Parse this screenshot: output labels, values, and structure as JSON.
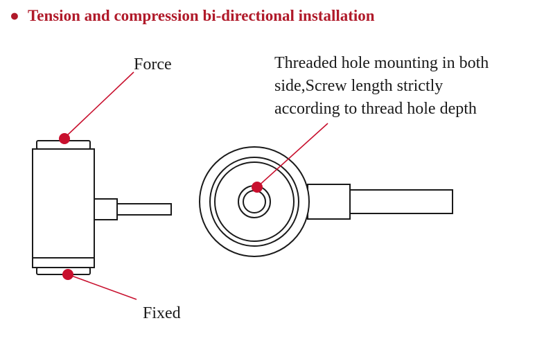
{
  "title": {
    "bullet": "●",
    "text": "Tension and compression bi-directional installation"
  },
  "labels": {
    "force": "Force",
    "fixed": "Fixed",
    "note": [
      "Threaded hole mounting in both",
      "side,Screw length strictly",
      "according to thread hole depth"
    ]
  },
  "colors": {
    "accent": "#c8102e",
    "title": "#b01a2a",
    "line": "#1a1a1a"
  }
}
